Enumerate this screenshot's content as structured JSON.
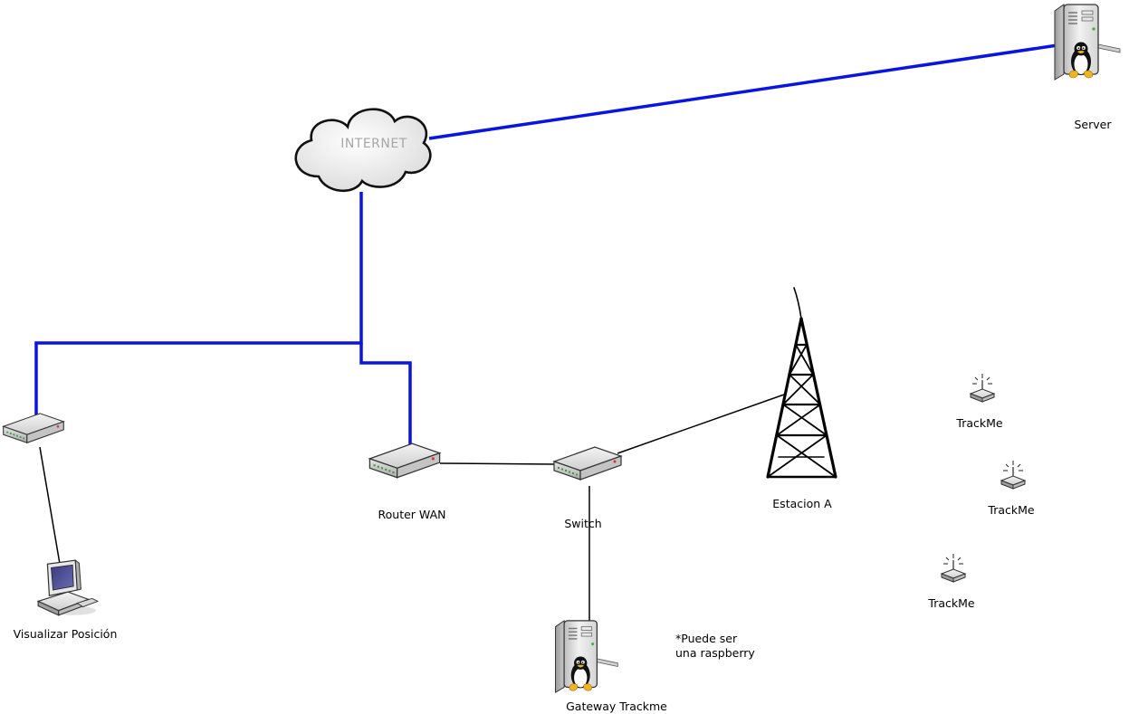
{
  "diagram": {
    "colors": {
      "wan_link": "#0a14e0",
      "lan_link": "#000000",
      "background": "#ffffff"
    },
    "cloud": {
      "label": "INTERNET",
      "icon": "cloud-icon"
    },
    "nodes": {
      "server": {
        "label": "Server",
        "icon": "linux-server-icon"
      },
      "modem": {
        "label": "",
        "icon": "network-box-icon"
      },
      "router": {
        "label": "Router WAN",
        "icon": "router-icon"
      },
      "switch": {
        "label": "Switch",
        "icon": "switch-icon"
      },
      "tower": {
        "label": "Estacion A",
        "icon": "radio-tower-icon"
      },
      "workstation": {
        "label": "Visualizar Posición",
        "icon": "workstation-icon"
      },
      "gateway": {
        "label": "Gateway Trackme",
        "icon": "linux-server-icon"
      },
      "trackme_1": {
        "label": "TrackMe",
        "icon": "wireless-device-icon"
      },
      "trackme_2": {
        "label": "TrackMe",
        "icon": "wireless-device-icon"
      },
      "trackme_3": {
        "label": "TrackMe",
        "icon": "wireless-device-icon"
      }
    },
    "note": {
      "line1": "*Puede ser",
      "line2": "una raspberry"
    },
    "links": [
      {
        "from": "cloud",
        "to": "server",
        "type": "wan"
      },
      {
        "from": "cloud",
        "to": "modem",
        "type": "wan"
      },
      {
        "from": "cloud",
        "to": "router",
        "type": "wan"
      },
      {
        "from": "router",
        "to": "switch",
        "type": "lan"
      },
      {
        "from": "switch",
        "to": "tower",
        "type": "lan"
      },
      {
        "from": "switch",
        "to": "gateway",
        "type": "lan"
      },
      {
        "from": "modem",
        "to": "workstation",
        "type": "lan"
      }
    ]
  }
}
